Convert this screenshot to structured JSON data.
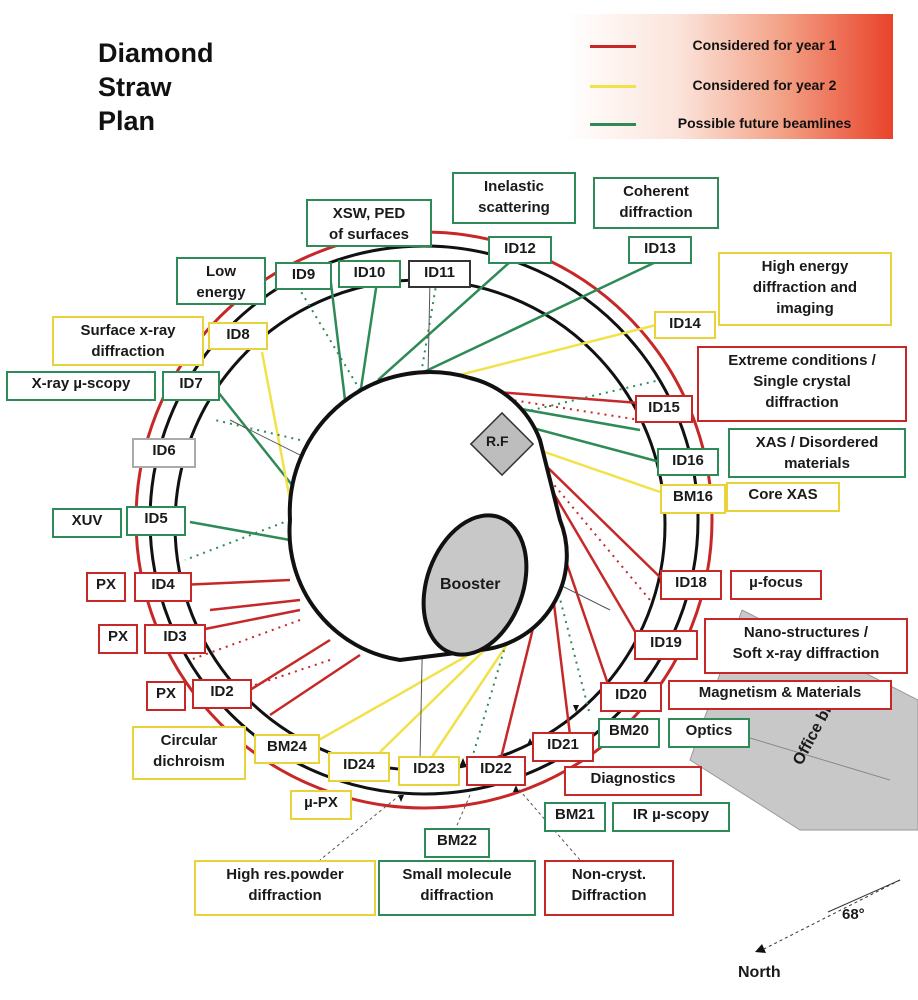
{
  "title": {
    "line1": "Diamond",
    "line2": "Straw",
    "line3": "Plan"
  },
  "legend": {
    "items": [
      {
        "label": "Considered for year 1",
        "color": "#c62828"
      },
      {
        "label": "Considered for year 2",
        "color": "#f2e24a"
      },
      {
        "label": "Possible future beamlines",
        "color": "#2e8b57"
      }
    ]
  },
  "colors": {
    "red": "#c62828",
    "yellow": "#e8d43a",
    "green": "#2e8b57",
    "grey_fill": "#c8c8c8"
  },
  "building": {
    "rf": "R.F",
    "booster": "Booster",
    "office_block": "Office block"
  },
  "compass": {
    "north": "North",
    "angle": "68°"
  },
  "beamlines": {
    "id2": "ID2",
    "id3": "ID3",
    "id4": "ID4",
    "id5": "ID5",
    "id6": "ID6",
    "id7": "ID7",
    "id8": "ID8",
    "id9": "ID9",
    "id10": "ID10",
    "id11": "ID11",
    "id12": "ID12",
    "id13": "ID13",
    "id14": "ID14",
    "id15": "ID15",
    "id16": "ID16",
    "bm16": "BM16",
    "id18": "ID18",
    "id19": "ID19",
    "id20": "ID20",
    "bm20": "BM20",
    "id21": "ID21",
    "bm21": "BM21",
    "id22": "ID22",
    "bm22": "BM22",
    "id23": "ID23",
    "id24": "ID24",
    "bm24": "BM24"
  },
  "applications": {
    "xsw_ped_1": "XSW, PED",
    "xsw_ped_2": "of surfaces",
    "inelastic_1": "Inelastic",
    "inelastic_2": "scattering",
    "coherent_1": "Coherent",
    "coherent_2": "diffraction",
    "low_energy_1": "Low",
    "low_energy_2": "energy",
    "high_energy_1": "High energy",
    "high_energy_2": "diffraction and",
    "high_energy_3": "imaging",
    "surface_xray_1": "Surface x-ray",
    "surface_xray_2": "diffraction",
    "extreme_1": "Extreme conditions /",
    "extreme_2": "Single crystal",
    "extreme_3": "diffraction",
    "xray_microscopy": "X-ray µ-scopy",
    "xas_1": "XAS / Disordered",
    "xas_2": "materials",
    "core_xas": "Core XAS",
    "xuv": "XUV",
    "px_4": "PX",
    "px_3": "PX",
    "px_2": "PX",
    "mu_focus": "µ-focus",
    "nano_1": "Nano-structures /",
    "nano_2": "Soft x-ray diffraction",
    "magnetism": "Magnetism & Materials",
    "optics": "Optics",
    "circular_1": "Circular",
    "circular_2": "dichroism",
    "diagnostics": "Diagnostics",
    "mu_px": "µ-PX",
    "ir_microscopy": "IR µ-scopy",
    "powder_1": "High res.powder",
    "powder_2": "diffraction",
    "small_molecule_1": "Small molecule",
    "small_molecule_2": "diffraction",
    "non_cryst_1": "Non-cryst.",
    "non_cryst_2": "Diffraction"
  }
}
